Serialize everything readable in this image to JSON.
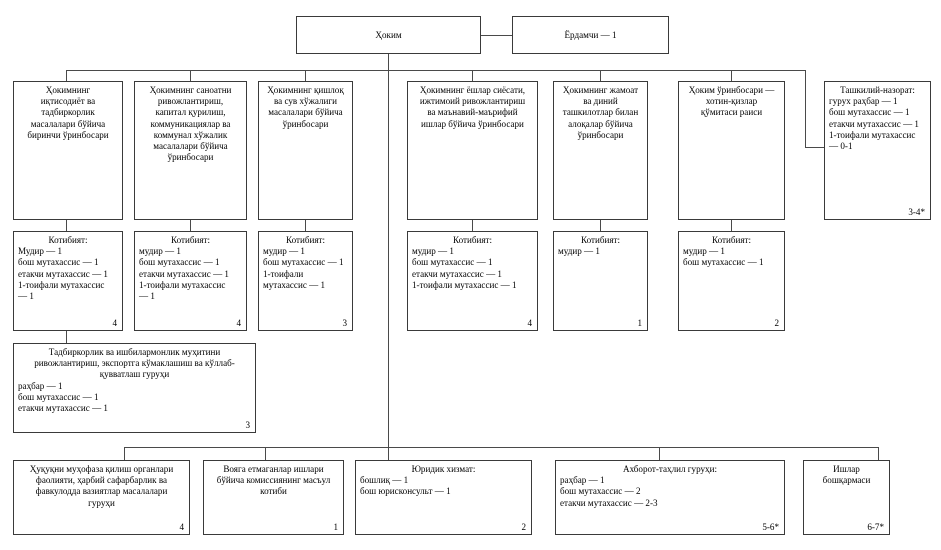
{
  "diagram": {
    "title": "Hokim (Governor) office organizational structure chart",
    "line_color": "#4a4a4a",
    "border_color": "#3a3a3a"
  },
  "top": {
    "hokim": {
      "title": "Ҳоким"
    },
    "assistant": {
      "title": "Ёрдамчи — 1"
    }
  },
  "deputies": [
    {
      "name": "first-deputy-economy",
      "title": "Ҳокимнинг\nиқтисодиёт ва\nтадбиркорлик\nмасалалари бўйича\nбиринчи ўринбосари"
    },
    {
      "name": "deputy-industry",
      "title": "Ҳокимнинг саноатни\nривожлантириш,\nкапитал қурилиш,\nкоммуникациялар ва\nкоммунал хўжалик\nмасалалари бўйича\nўринбосари"
    },
    {
      "name": "deputy-agriculture-water",
      "title": "Ҳокимнинг қишлоқ\nва сув хўжалиги\nмасалалари бўйича\nўринбосари"
    },
    {
      "name": "deputy-youth-policy",
      "title": "Ҳокимнинг ёшлар сиёсати,\nижтимоий ривожлантириш\nва маънавий-маърифий\nишлар бўйича ўринбосари"
    },
    {
      "name": "deputy-public-religious",
      "title": "Ҳокимнинг жамоат\nва диний\nташкилотлар билан\nалоқалар бўйича\nўринбосари"
    },
    {
      "name": "deputy-women-committee",
      "title": "Ҳоким ўринбосари —\nхотин-қизлар\nқўмитаси раиси"
    }
  ],
  "org_control": {
    "name": "organizational-control-group",
    "title": "Ташкилий-назорат:",
    "lines": "гурух раҳбар — 1\nбош мутахассис — 1\nетакчи мутахассис — 1\n1-тоифали мутахассис\n— 0-1",
    "count": "3-4*"
  },
  "secretariats": [
    {
      "name": "secretariat-1",
      "title": "Котибият:",
      "lines": "Мудир — 1\nбош мутахассис — 1\nетакчи мутахассис — 1\n1-тоифали мутахассис\n— 1",
      "count": "4"
    },
    {
      "name": "secretariat-2",
      "title": "Котибият:",
      "lines": "мудир — 1\nбош мутахассис — 1\nетакчи мутахассис — 1\n1-тоифали мутахассис\n— 1",
      "count": "4"
    },
    {
      "name": "secretariat-3",
      "title": "Котибият:",
      "lines": "мудир — 1\nбош мутахассис — 1\n1-тоифали\nмутахассис — 1",
      "count": "3"
    },
    {
      "name": "secretariat-4",
      "title": "Котибият:",
      "lines": "мудир — 1\nбош мутахассис — 1\nетакчи мутахассис — 1\n1-тоифали мутахассис — 1",
      "count": "4"
    },
    {
      "name": "secretariat-5",
      "title": "Котибият:",
      "lines": "мудир — 1",
      "count": "1"
    },
    {
      "name": "secretariat-6",
      "title": "Котибият:",
      "lines": "мудир — 1\nбош мутахассис — 1",
      "count": "2"
    }
  ],
  "entrepreneurship_group": {
    "name": "entrepreneurship-export-group",
    "title": "Тадбиркорлик ва ишбилармонлик муҳитини\nривожлантириш, экспортга кўмаклашиш ва кўллаб-\nқувватлаш гуруҳи",
    "lines": "раҳбар — 1\nбош мутахассис — 1\nетакчи мутахассис — 1",
    "count": "3"
  },
  "bottom_units": [
    {
      "name": "law-enforcement-group",
      "title": "Ҳуқуқни муҳофаза қилиш органлари\nфаолияти, ҳарбий сафарбарлик ва\nфавкулодда вазиятлар масалалари\nгуруҳи",
      "lines": "",
      "count": "4"
    },
    {
      "name": "minors-commission-secretary",
      "title": "Вояга етмаганлар ишлари\nбўйича комиссиянинг масъул\nкотиби",
      "lines": "",
      "count": "1"
    },
    {
      "name": "legal-service",
      "title": "Юридик хизмат:",
      "lines": "бошлиқ — 1\nбош юрисконсульт — 1",
      "count": "2"
    },
    {
      "name": "information-analysis-group",
      "title": "Ахборот-таҳлил гуруҳи:",
      "lines": "раҳбар — 1\nбош мутахассис — 2\nетакчи мутахассис — 2-3",
      "count": "5-6*"
    },
    {
      "name": "affairs-department",
      "title": "Ишлар\nбошқармаси",
      "lines": "",
      "count": "6-7*"
    }
  ]
}
